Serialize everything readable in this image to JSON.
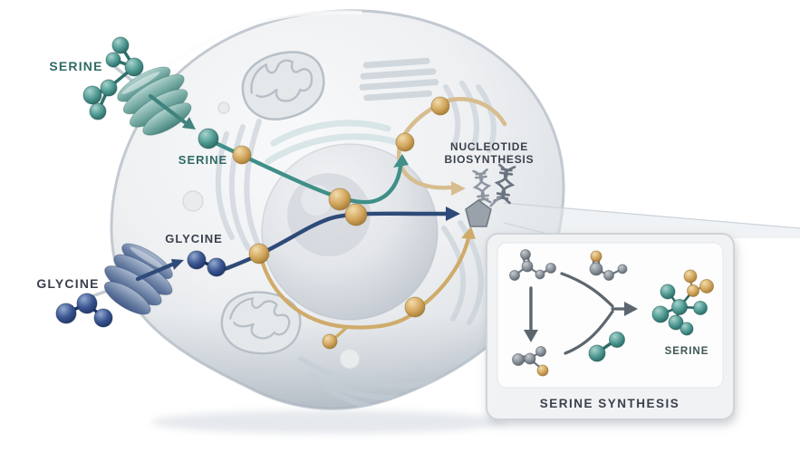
{
  "labels": {
    "serine_extracellular": "SERINE",
    "serine_intracellular": "SERINE",
    "glycine_extracellular": "GLYCINE",
    "glycine_intracellular": "GLYCINE",
    "nucleotide_line1": "NUCLEOTIDE",
    "nucleotide_line2": "BIOSYNTHESIS"
  },
  "inset": {
    "title": "SERINE SYNTHESIS",
    "product_label": "SERINE"
  },
  "colors": {
    "serine_teal": "#3f8f88",
    "serine_text_teal": "#2f6b64",
    "glycine_navy": "#2e4a78",
    "metabolite_tan": "#d2a85f",
    "tan_path": "#d7bd8f",
    "text_dark": "#3a414d",
    "inset_serine_text": "#3e5654"
  },
  "icons": {
    "dna-helix-icon": "double-helix glyph",
    "nucleotide-pentagon-icon": "pentagon glyph",
    "serine-transporter": "teal membrane channel",
    "glycine-transporter": "navy membrane channel",
    "mitochondrion-icon": "bean organelle with cristae",
    "nucleus": "large central sphere"
  }
}
